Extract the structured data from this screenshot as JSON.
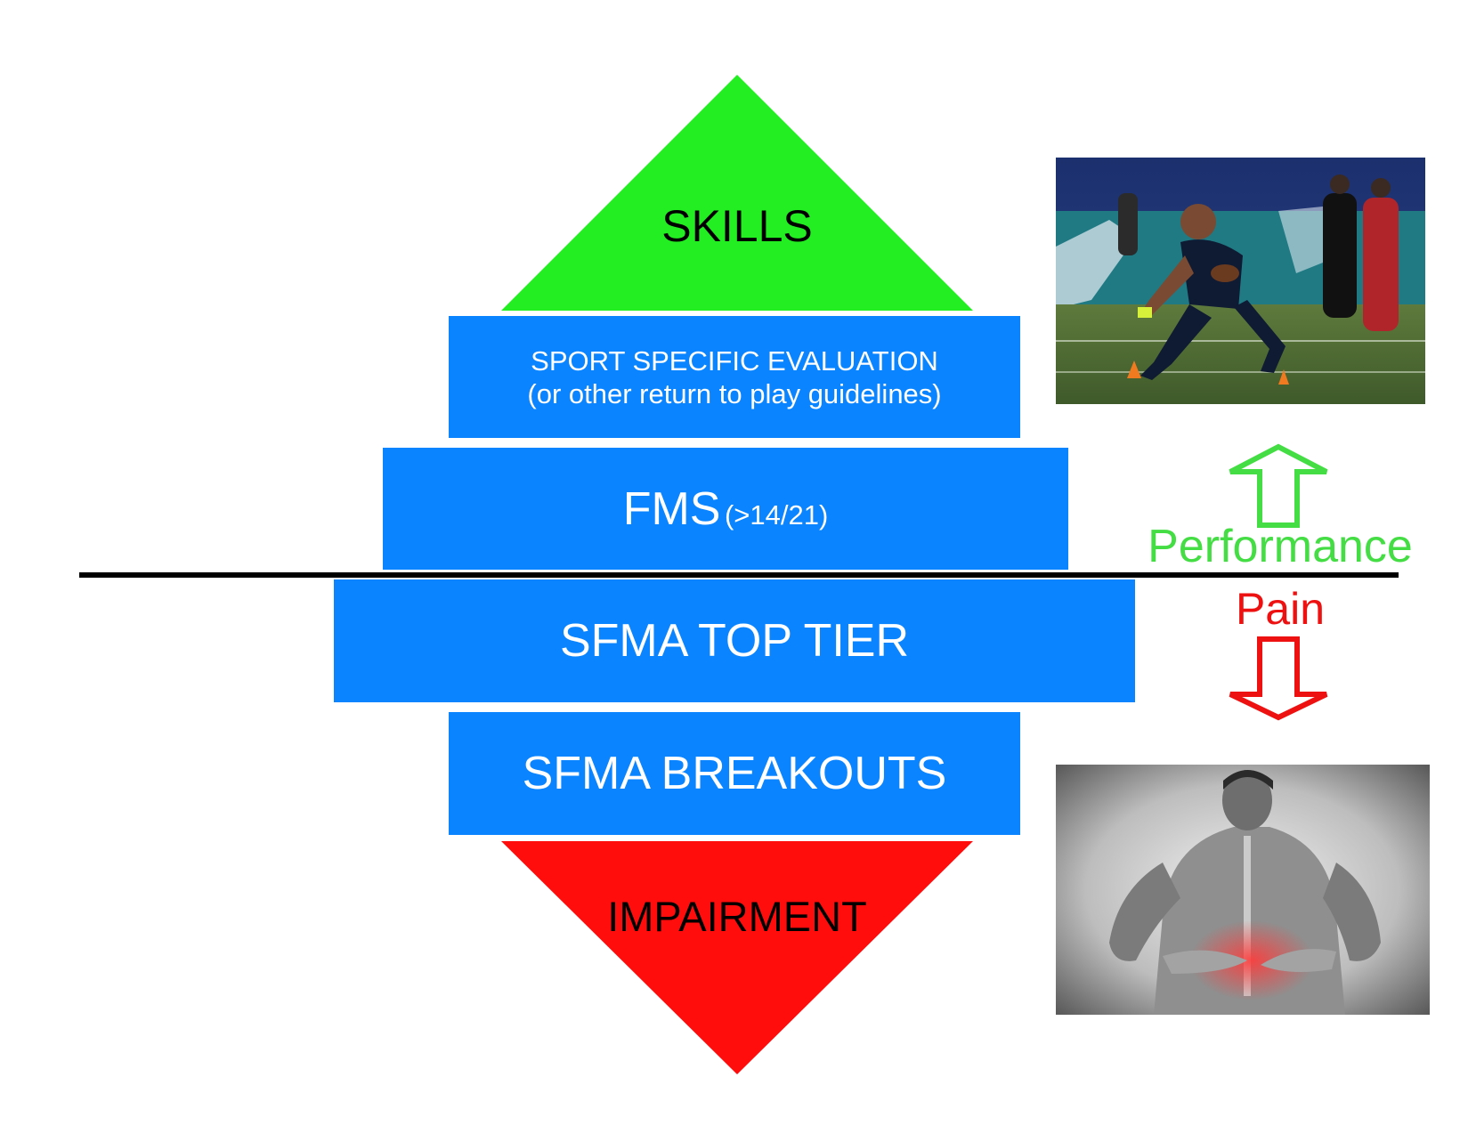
{
  "pyramid": {
    "top": {
      "label": "SKILLS",
      "color": "#22ee22"
    },
    "tiers": [
      {
        "line1": "SPORT SPECIFIC EVALUATION",
        "line2": "(or other return to play guidelines)"
      },
      {
        "main": "FMS",
        "sub": "(>14/21)"
      },
      {
        "main": "SFMA TOP TIER"
      },
      {
        "main": "SFMA BREAKOUTS"
      }
    ],
    "tier_color": "#0a84ff",
    "bottom": {
      "label": "IMPAIRMENT",
      "color": "#ff0d0d"
    }
  },
  "side": {
    "performance": {
      "label": "Performance",
      "color": "#44dd44",
      "icon": "arrow-up-outline-icon"
    },
    "pain": {
      "label": "Pain",
      "color": "#ee1111",
      "icon": "arrow-down-outline-icon"
    }
  },
  "images": {
    "athlete": "athlete-photo",
    "back_pain": "back-pain-photo"
  }
}
